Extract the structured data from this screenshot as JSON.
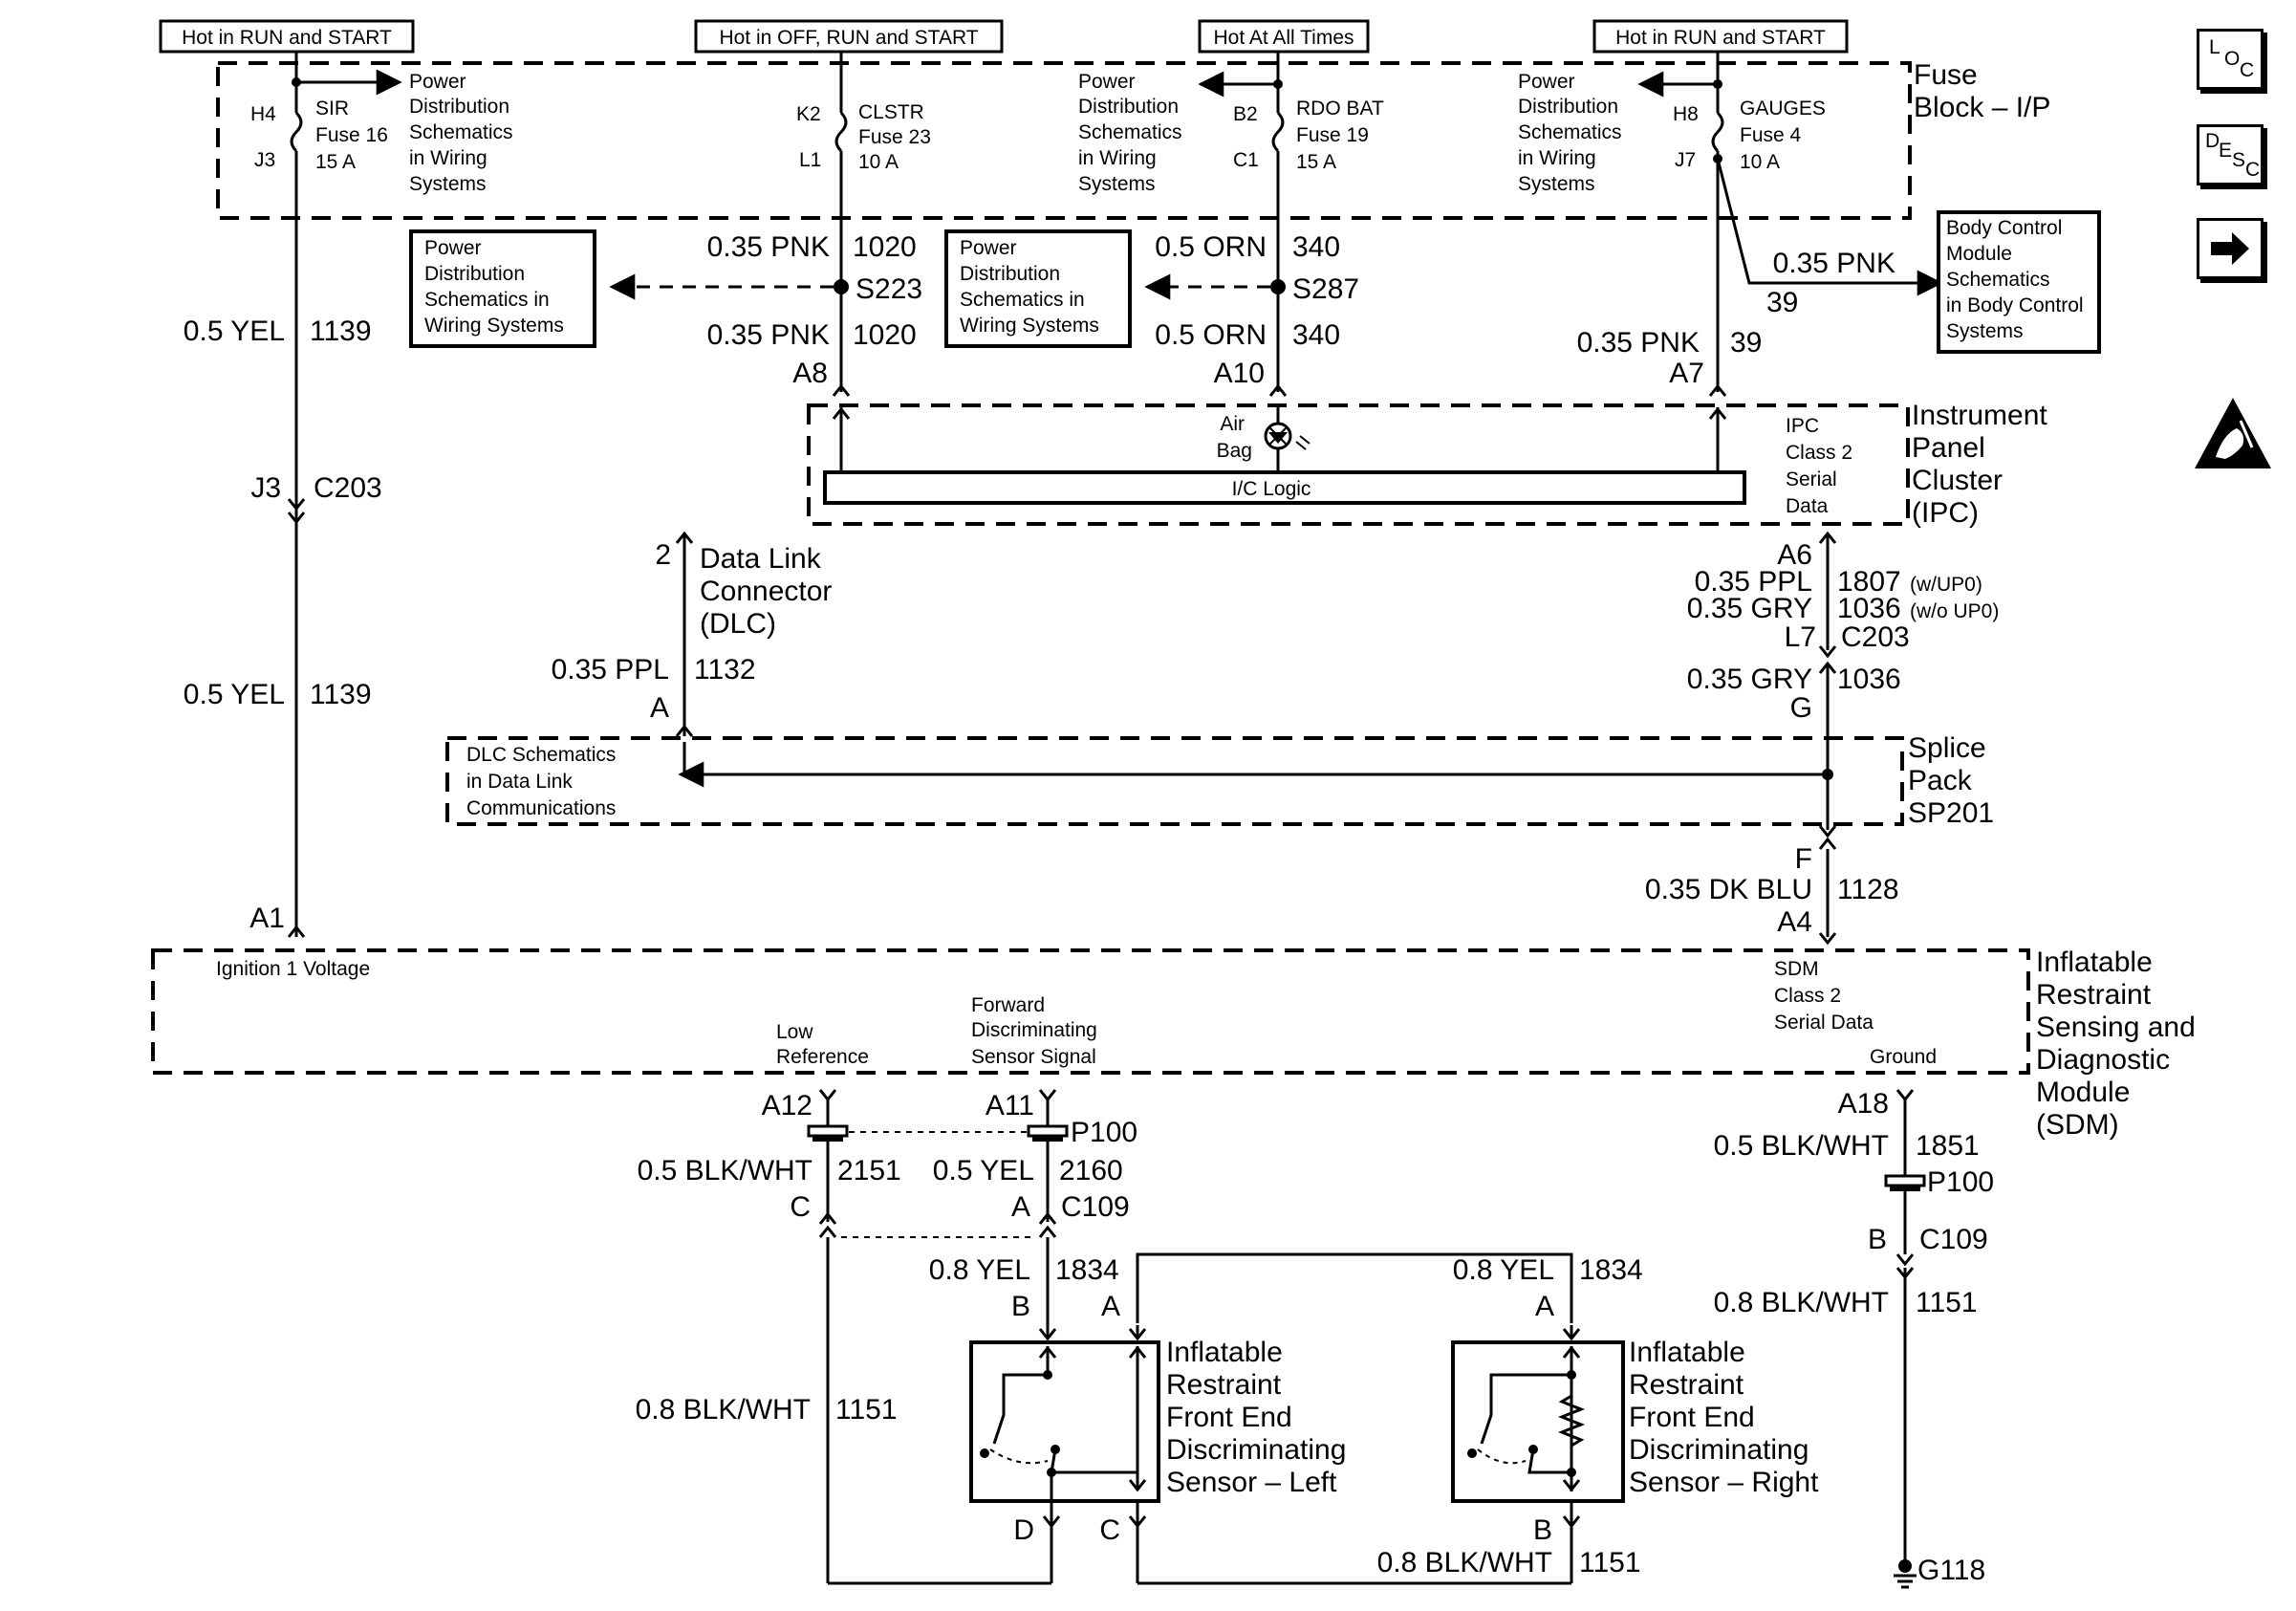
{
  "header_labels": {
    "h1": "Hot in RUN and START",
    "h2": "Hot in OFF, RUN and START",
    "h3": "Hot At All Times",
    "h4": "Hot in RUN and START"
  },
  "fuse_block": {
    "title_1": "Fuse",
    "title_2": "Block – I/P",
    "sir": {
      "top": "H4",
      "bottom": "J3",
      "name": "SIR",
      "fuse": "Fuse 16",
      "amps": "15 A"
    },
    "clstr": {
      "top": "K2",
      "bottom": "L1",
      "name": "CLSTR",
      "fuse": "Fuse 23",
      "amps": "10 A"
    },
    "rdo": {
      "top": "B2",
      "bottom": "C1",
      "name": "RDO BAT",
      "fuse": "Fuse 19",
      "amps": "15 A"
    },
    "gauges": {
      "top": "H8",
      "bottom": "J7",
      "name": "GAUGES",
      "fuse": "Fuse 4",
      "amps": "10 A"
    },
    "pd_note": [
      "Power",
      "Distribution",
      "Schematics",
      "in Wiring",
      "Systems"
    ]
  },
  "pd_box": [
    "Power",
    "Distribution",
    "Schematics in",
    "Wiring Systems"
  ],
  "bcm_box": [
    "Body Control",
    "Module",
    "Schematics",
    "in Body Control",
    "Systems"
  ],
  "wires": {
    "yel_1139": "0.5 YEL",
    "c_1139": "1139",
    "pnk_1020": "0.35 PNK",
    "c_1020": "1020",
    "orn_340": "0.5 ORN",
    "c_340": "340",
    "pnk_39": "0.35 PNK",
    "c_39": "39",
    "ppl_1132": "0.35 PPL",
    "c_1132": "1132",
    "ppl_1807": "0.35 PPL",
    "c_1807": "1807",
    "opt_1807": "(w/UP0)",
    "gry_1036": "0.35 GRY",
    "c_1036": "1036",
    "opt_1036": "(w/o UP0)",
    "dkblu_1128": "0.35 DK BLU",
    "c_1128": "1128",
    "blkwht_2151": "0.5 BLK/WHT",
    "c_2151": "2151",
    "yel_2160": "0.5 YEL",
    "c_2160": "2160",
    "blkwht_1851": "0.5 BLK/WHT",
    "c_1851": "1851",
    "yel_1834": "0.8 YEL",
    "c_1834": "1834",
    "blkwht_1151": "0.8 BLK/WHT",
    "c_1151": "1151"
  },
  "splices": {
    "s223": "S223",
    "s287": "S287"
  },
  "pins": {
    "a8": "A8",
    "a10": "A10",
    "a7": "A7",
    "a6": "A6",
    "l7": "L7",
    "j3": "J3",
    "c203": "C203",
    "g": "G",
    "f": "F",
    "a4": "A4",
    "a1": "A1",
    "a12": "A12",
    "a11": "A11",
    "a18": "A18",
    "p100": "P100",
    "c": "C",
    "a": "A",
    "b": "B",
    "d": "D",
    "c109": "C109",
    "dlc_2": "2",
    "dlc_a": "A"
  },
  "ipc": {
    "title": [
      "Instrument",
      "Panel",
      "Cluster",
      "(IPC)"
    ],
    "air": "Air",
    "bag": "Bag",
    "logic": "I/C Logic",
    "serial": [
      "IPC",
      "Class 2",
      "Serial",
      "Data"
    ]
  },
  "dlc": {
    "title": [
      "Data Link",
      "Connector",
      "(DLC)"
    ]
  },
  "splice_pack": {
    "title": [
      "Splice",
      "Pack",
      "SP201"
    ],
    "note": [
      "DLC Schematics",
      "in Data Link",
      "Communications"
    ]
  },
  "sdm": {
    "title": [
      "Inflatable",
      "Restraint",
      "Sensing and",
      "Diagnostic",
      "Module",
      "(SDM)"
    ],
    "ign": "Ignition 1 Voltage",
    "low": [
      "Low",
      "Reference"
    ],
    "fwd": [
      "Forward",
      "Discriminating",
      "Sensor Signal"
    ],
    "serial": [
      "SDM",
      "Class 2",
      "Serial Data"
    ],
    "ground": "Ground"
  },
  "sensor_left": [
    "Inflatable",
    "Restraint",
    "Front End",
    "Discriminating",
    "Sensor – Left"
  ],
  "sensor_right": [
    "Inflatable",
    "Restraint",
    "Front End",
    "Discriminating",
    "Sensor – Right"
  ],
  "ground": {
    "g118": "G118"
  },
  "side_nav": {
    "loc": [
      "L",
      "O",
      "C"
    ],
    "desc": [
      "D",
      "E",
      "S",
      "C"
    ]
  }
}
